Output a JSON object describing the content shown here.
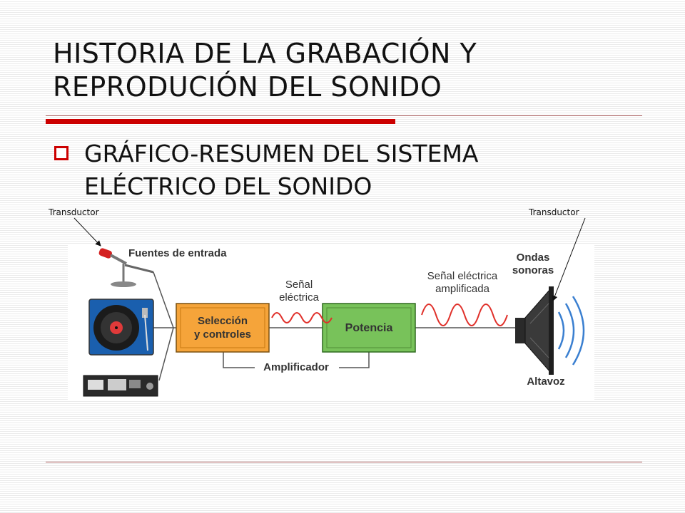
{
  "slide": {
    "title_line1": "HISTORIA DE LA GRABACIÓN Y",
    "title_line2": "REPRODUCIÓN DEL SONIDO",
    "bullet_line1": "GRÁFICO-RESUMEN DEL SISTEMA",
    "bullet_line2": "ELÉCTRICO DEL SONIDO"
  },
  "annotations": {
    "left_label": "Transductor",
    "right_label": "Transductor"
  },
  "diagram": {
    "sources_label": "Fuentes de entrada",
    "selection_line1": "Selección",
    "selection_line2": "y controles",
    "power_label": "Potencia",
    "signal_line1": "Señal",
    "signal_line2": "eléctrica",
    "amplified_line1": "Señal eléctrica",
    "amplified_line2": "amplificada",
    "amplifier_label": "Amplificador",
    "waves_line1": "Ondas",
    "waves_line2": "sonoras",
    "speaker_label": "Altavoz"
  },
  "colors": {
    "accent_red": "#cc0000",
    "selection_box": "#f5a43a",
    "power_box": "#78c25a",
    "turntable_blue": "#1a5fae",
    "signal_wave": "#e0302a",
    "sound_wave": "#3a7fd0"
  }
}
